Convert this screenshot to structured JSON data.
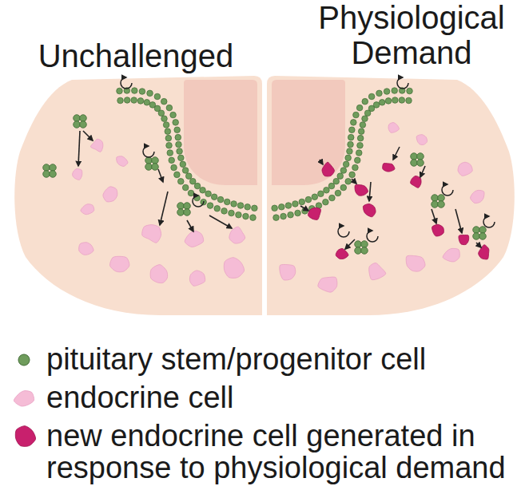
{
  "diagram": {
    "labels": [
      "Unchallenged",
      "Physiological Demand"
    ],
    "legend": [
      {
        "text": "pituitary stem/progenitor cell"
      },
      {
        "text": "endocrine cell"
      },
      {
        "text": "new endocrine cell generated in response to physiological demand"
      }
    ]
  }
}
